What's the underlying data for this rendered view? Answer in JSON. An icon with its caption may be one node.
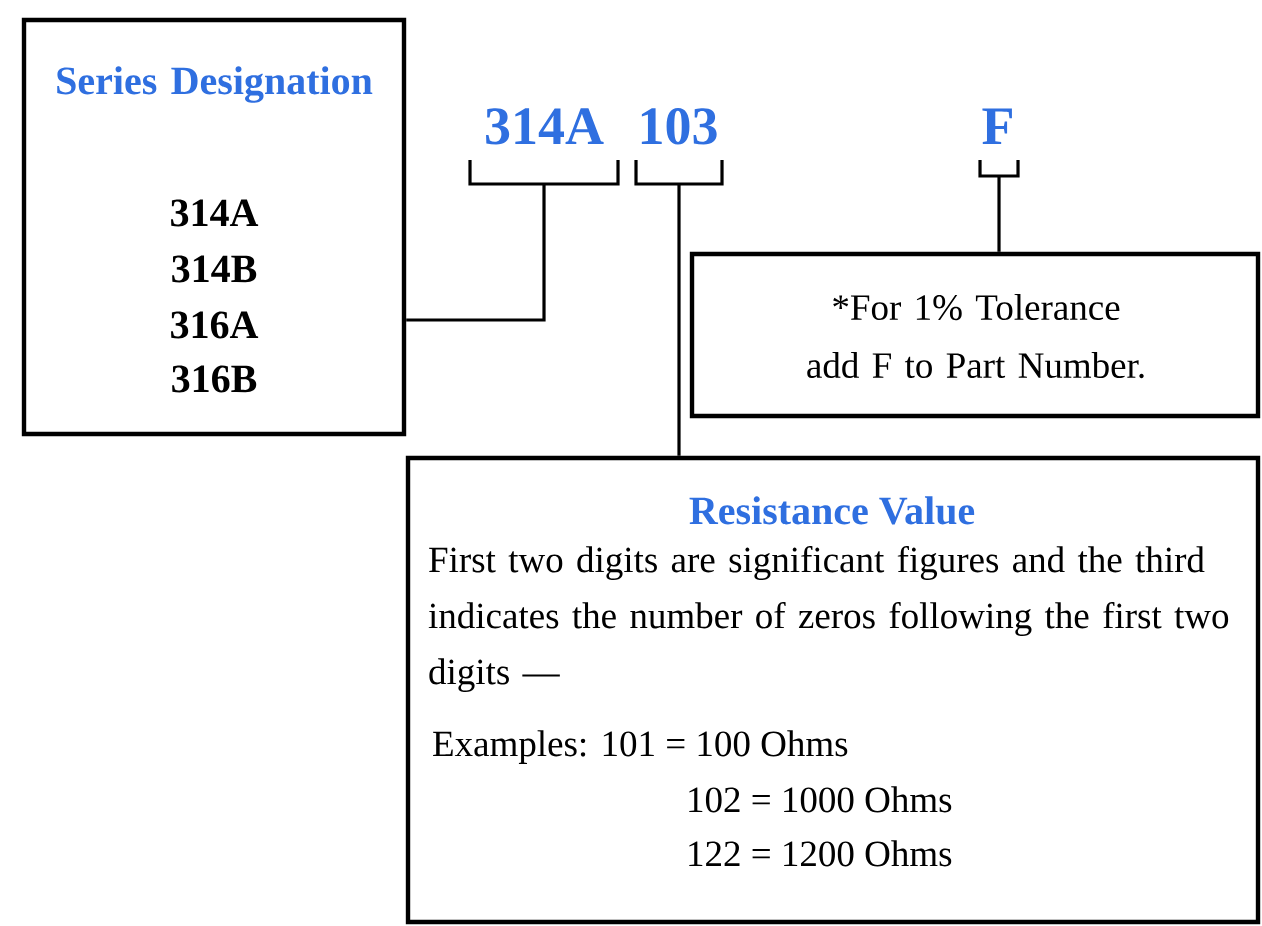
{
  "diagram": {
    "nodes": [
      {
        "text": [
          "Series Designation",
          "314A",
          "314B",
          "316A",
          "316B"
        ]
      },
      {
        "text": [
          "314A"
        ]
      },
      {
        "text": [
          "103"
        ]
      },
      {
        "text": [
          "F"
        ]
      },
      {
        "text": [
          "*For 1% Tolerance add F to Part Number."
        ]
      },
      {
        "text": [
          "Resistance Value",
          "First two digits are significant figures and the third indicates the number of zeros following the first two digits —",
          "Examples: 101 =   100 Ohms",
          "102 = 1000 Ohms",
          "122 = 1200 Ohms"
        ]
      }
    ],
    "edges": [
      {
        "from": 1,
        "to": 0,
        "arrow": "none"
      },
      {
        "from": 2,
        "to": 5,
        "arrow": "none"
      },
      {
        "from": 3,
        "to": 4,
        "arrow": "none"
      }
    ]
  }
}
